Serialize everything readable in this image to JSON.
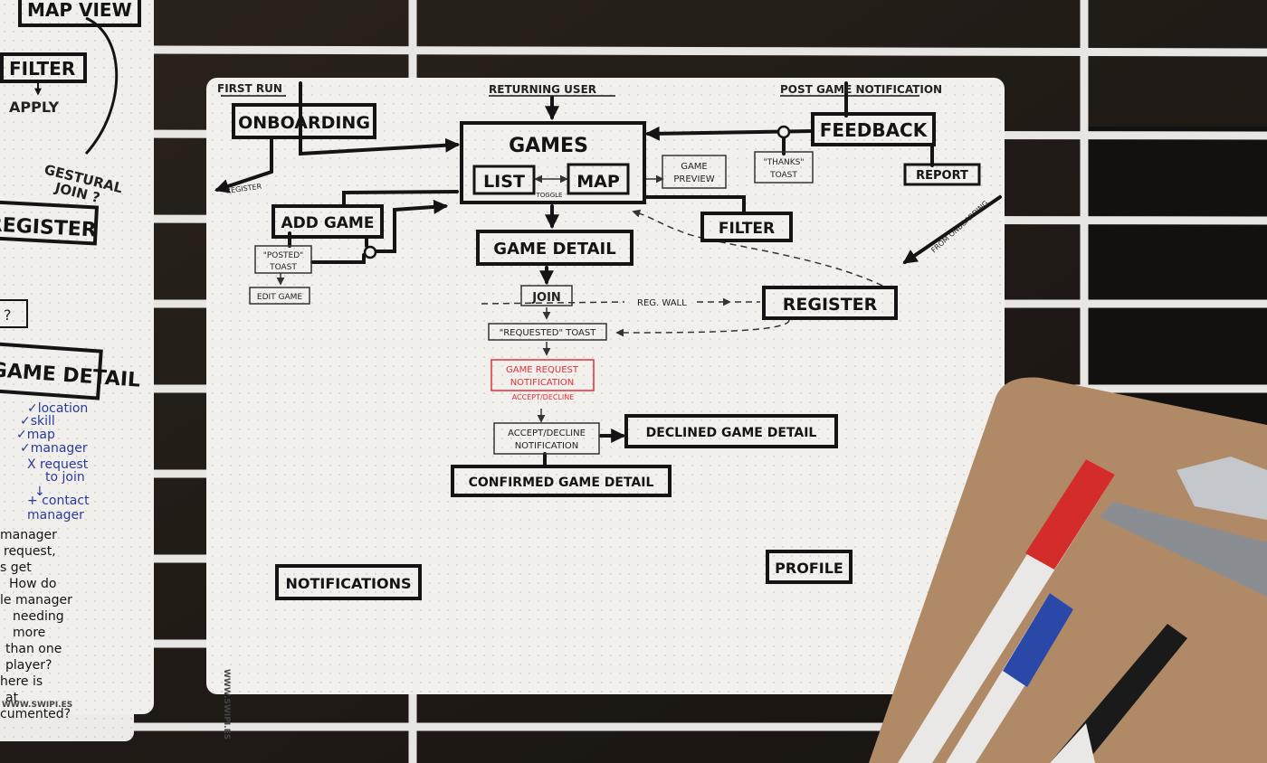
{
  "colors": {
    "ink": "#141414",
    "red_ink": "#e0303a",
    "blue_ink": "#2a3a9a",
    "board": "#f1f0ec",
    "wall": "#1e1a17",
    "rack": "#e8e6e2",
    "clipboard": "#b08a66"
  },
  "board": {
    "headers": {
      "first_run": "FIRST RUN",
      "returning_user": "RETURNING USER",
      "post_game_notification": "POST GAME NOTIFICATION"
    },
    "nodes": {
      "onboarding": "ONBOARDING",
      "games": "GAMES",
      "list": "LIST",
      "map": "MAP",
      "toggle": "TOGGLE",
      "game_preview_1": "GAME",
      "game_preview_2": "PREVIEW",
      "feedback": "FEEDBACK",
      "thanks_toast_1": "\"THANKS\"",
      "thanks_toast_2": "TOAST",
      "report": "REPORT",
      "add_game": "ADD GAME",
      "posted_toast_1": "\"POSTED\"",
      "posted_toast_2": "TOAST",
      "edit_game": "EDIT GAME",
      "filter": "FILTER",
      "game_detail": "GAME DETAIL",
      "join": "JOIN",
      "register": "REGISTER",
      "reg_wall": "REG. WALL",
      "requested_toast": "\"REQUESTED\" TOAST",
      "game_request_1": "GAME REQUEST",
      "game_request_2": "NOTIFICATION",
      "accept_decline": "ACCEPT/DECLINE",
      "accept_decline_notif_1": "ACCEPT/DECLINE",
      "accept_decline_notif_2": "NOTIFICATION",
      "declined_game_detail": "DECLINED GAME DETAIL",
      "confirmed_game_detail": "CONFIRMED GAME DETAIL",
      "notifications": "NOTIFICATIONS",
      "profile": "PROFILE",
      "register_side": "REGISTER",
      "from_onboarding": "FROM ONBOARDING",
      "brand": "WWW.SWIPI.ES"
    }
  },
  "left_board": {
    "map_view": "MAP VIEW",
    "filter": "FILTER",
    "apply": "APPLY",
    "gestural_1": "GESTURAL",
    "gestural_2": "JOIN ?",
    "register": "REGISTER",
    "question": "?",
    "game_detail": "GAME DETAIL",
    "checklist": [
      "✓location",
      "✓skill",
      "✓map",
      "✓manager",
      "X request",
      "to join",
      "↓",
      "+ contact",
      "manager"
    ],
    "notes": [
      "manager",
      "request,",
      "s get",
      "How do",
      "le manager",
      "needing",
      "more",
      "than one",
      "player?",
      "here is",
      "at",
      "cumented?"
    ],
    "brand": "WWW.SWIPI.ES"
  }
}
